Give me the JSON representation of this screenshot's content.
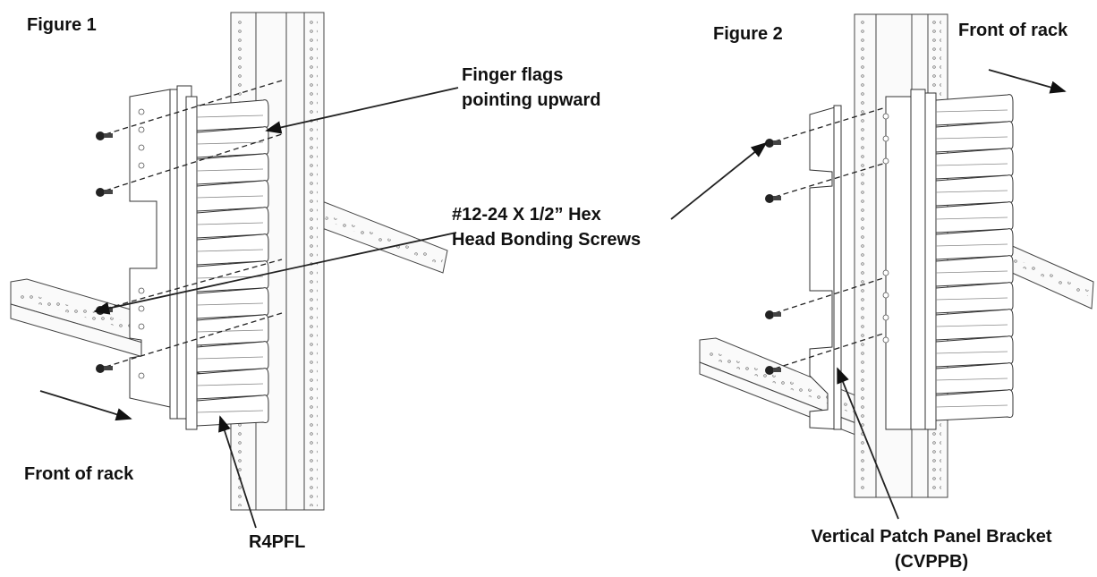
{
  "figure1": {
    "title": "Figure 1",
    "label_finger_flags": [
      "Finger flags",
      "pointing upward"
    ],
    "label_screws": [
      "#12-24 X 1/2” Hex",
      "Head Bonding Screws"
    ],
    "label_front": "Front of rack",
    "label_part": "R4PFL"
  },
  "figure2": {
    "title": "Figure 2",
    "label_front": "Front of rack",
    "label_part": [
      "Vertical Patch Panel Bracket",
      "(CVPPB)"
    ]
  }
}
